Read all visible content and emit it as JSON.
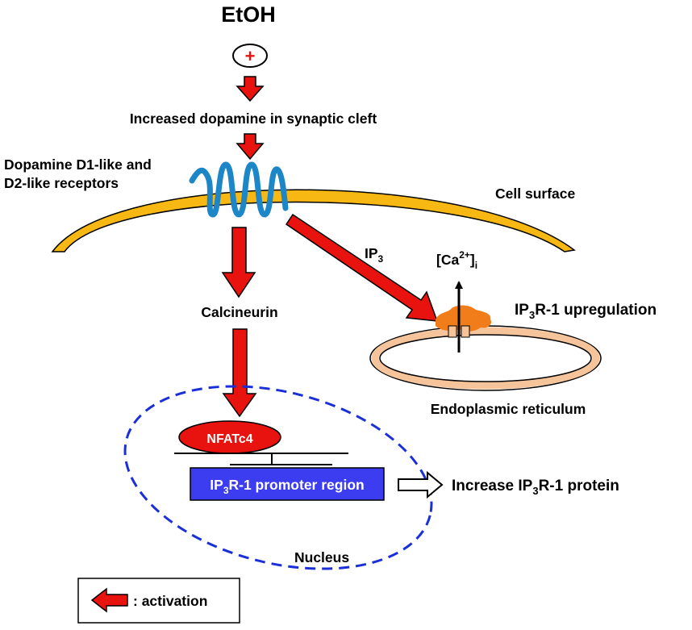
{
  "title": "EtOH",
  "plus_symbol": "+",
  "labels": {
    "dopamine_increase": "Increased dopamine in synaptic cleft",
    "receptors_line1": "Dopamine D1-like and",
    "receptors_line2": "D2-like receptors",
    "cell_surface": "Cell surface",
    "ip3_base": "IP",
    "ip3_sub": "3",
    "calcium_base": "[Ca",
    "calcium_sup": "2+",
    "calcium_close": "]",
    "calcium_sub": "i",
    "ip3r_up_pre": "IP",
    "ip3r_up_sub": "3",
    "ip3r_up_post": "R-1 upregulation",
    "calcineurin": "Calcineurin",
    "er": "Endoplasmic reticulum",
    "nfatc4": "NFATc4",
    "promoter_pre": "IP",
    "promoter_sub": "3",
    "promoter_post": "R-1 promoter region",
    "increase_pre": "Increase IP",
    "increase_sub": "3",
    "increase_post": "R-1 protein",
    "nucleus": "Nucleus"
  },
  "legend": {
    "label": ": activation"
  },
  "colors": {
    "activation_arrow": "#e8130f",
    "receptor": "#1c86c6",
    "membrane": "#f7b814",
    "er_ring": "#f5c49a",
    "ip3r_channel": "#f07d1a",
    "nfatc4": "#e8130f",
    "promoter": "#3c3cf0",
    "nucleus_border": "#1a2fd8"
  },
  "icons": {
    "plus": "plus-circle-icon",
    "receptor": "seven-transmembrane-receptor-icon",
    "channel": "ip3-receptor-channel-icon",
    "activation": "red-block-arrow-icon",
    "output": "hollow-block-arrow-icon"
  }
}
